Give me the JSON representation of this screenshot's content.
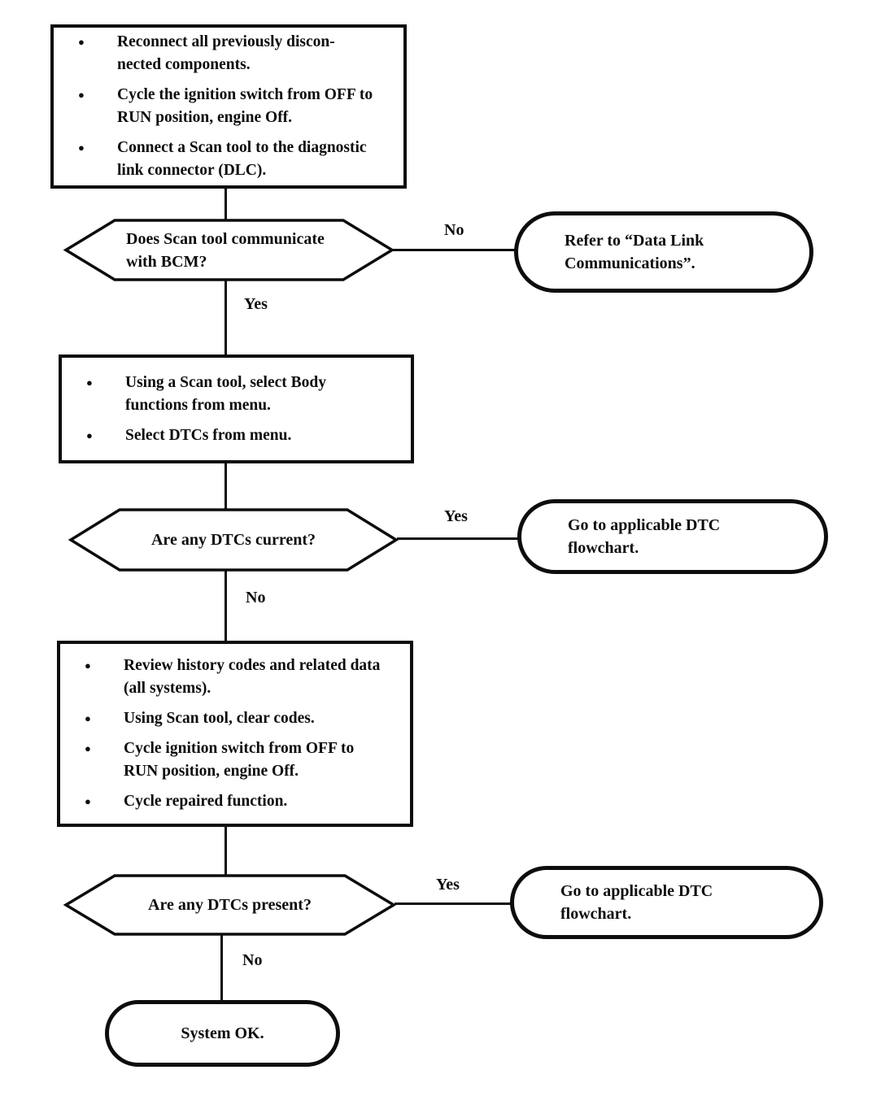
{
  "colors": {
    "ink": "#0d0d0d",
    "background": "#ffffff"
  },
  "flowchart": {
    "bullet_glyph": "●",
    "step1": {
      "bullets": [
        "Reconnect all previously discon-\nnected components.",
        "Cycle the ignition switch from OFF to\nRUN position, engine Off.",
        "Connect a Scan tool to the diagnostic\nlink connector (DLC)."
      ]
    },
    "decision1": {
      "question": "Does Scan tool communicate\nwith BCM?"
    },
    "referral1": {
      "label": "Refer to “Data Link\nCommunications”."
    },
    "step2": {
      "bullets": [
        "Using a Scan tool, select Body\nfunctions from menu.",
        "Select DTCs from menu."
      ]
    },
    "decision2": {
      "question": "Are any DTCs current?"
    },
    "referral2": {
      "label": "Go to applicable DTC\nflowchart."
    },
    "step3": {
      "bullets": [
        "Review history codes and related data\n(all systems).",
        "Using Scan tool, clear codes.",
        "Cycle ignition switch from OFF to\nRUN position, engine Off.",
        "Cycle repaired function."
      ]
    },
    "decision3": {
      "question": "Are any DTCs present?"
    },
    "referral3": {
      "label": "Go to applicable DTC\nflowchart."
    },
    "terminal": {
      "label": "System OK."
    },
    "labels": {
      "decision1_yes": "Yes",
      "decision1_no": "No",
      "decision2_yes": "Yes",
      "decision2_no": "No",
      "decision3_yes": "Yes",
      "decision3_no": "No"
    }
  }
}
